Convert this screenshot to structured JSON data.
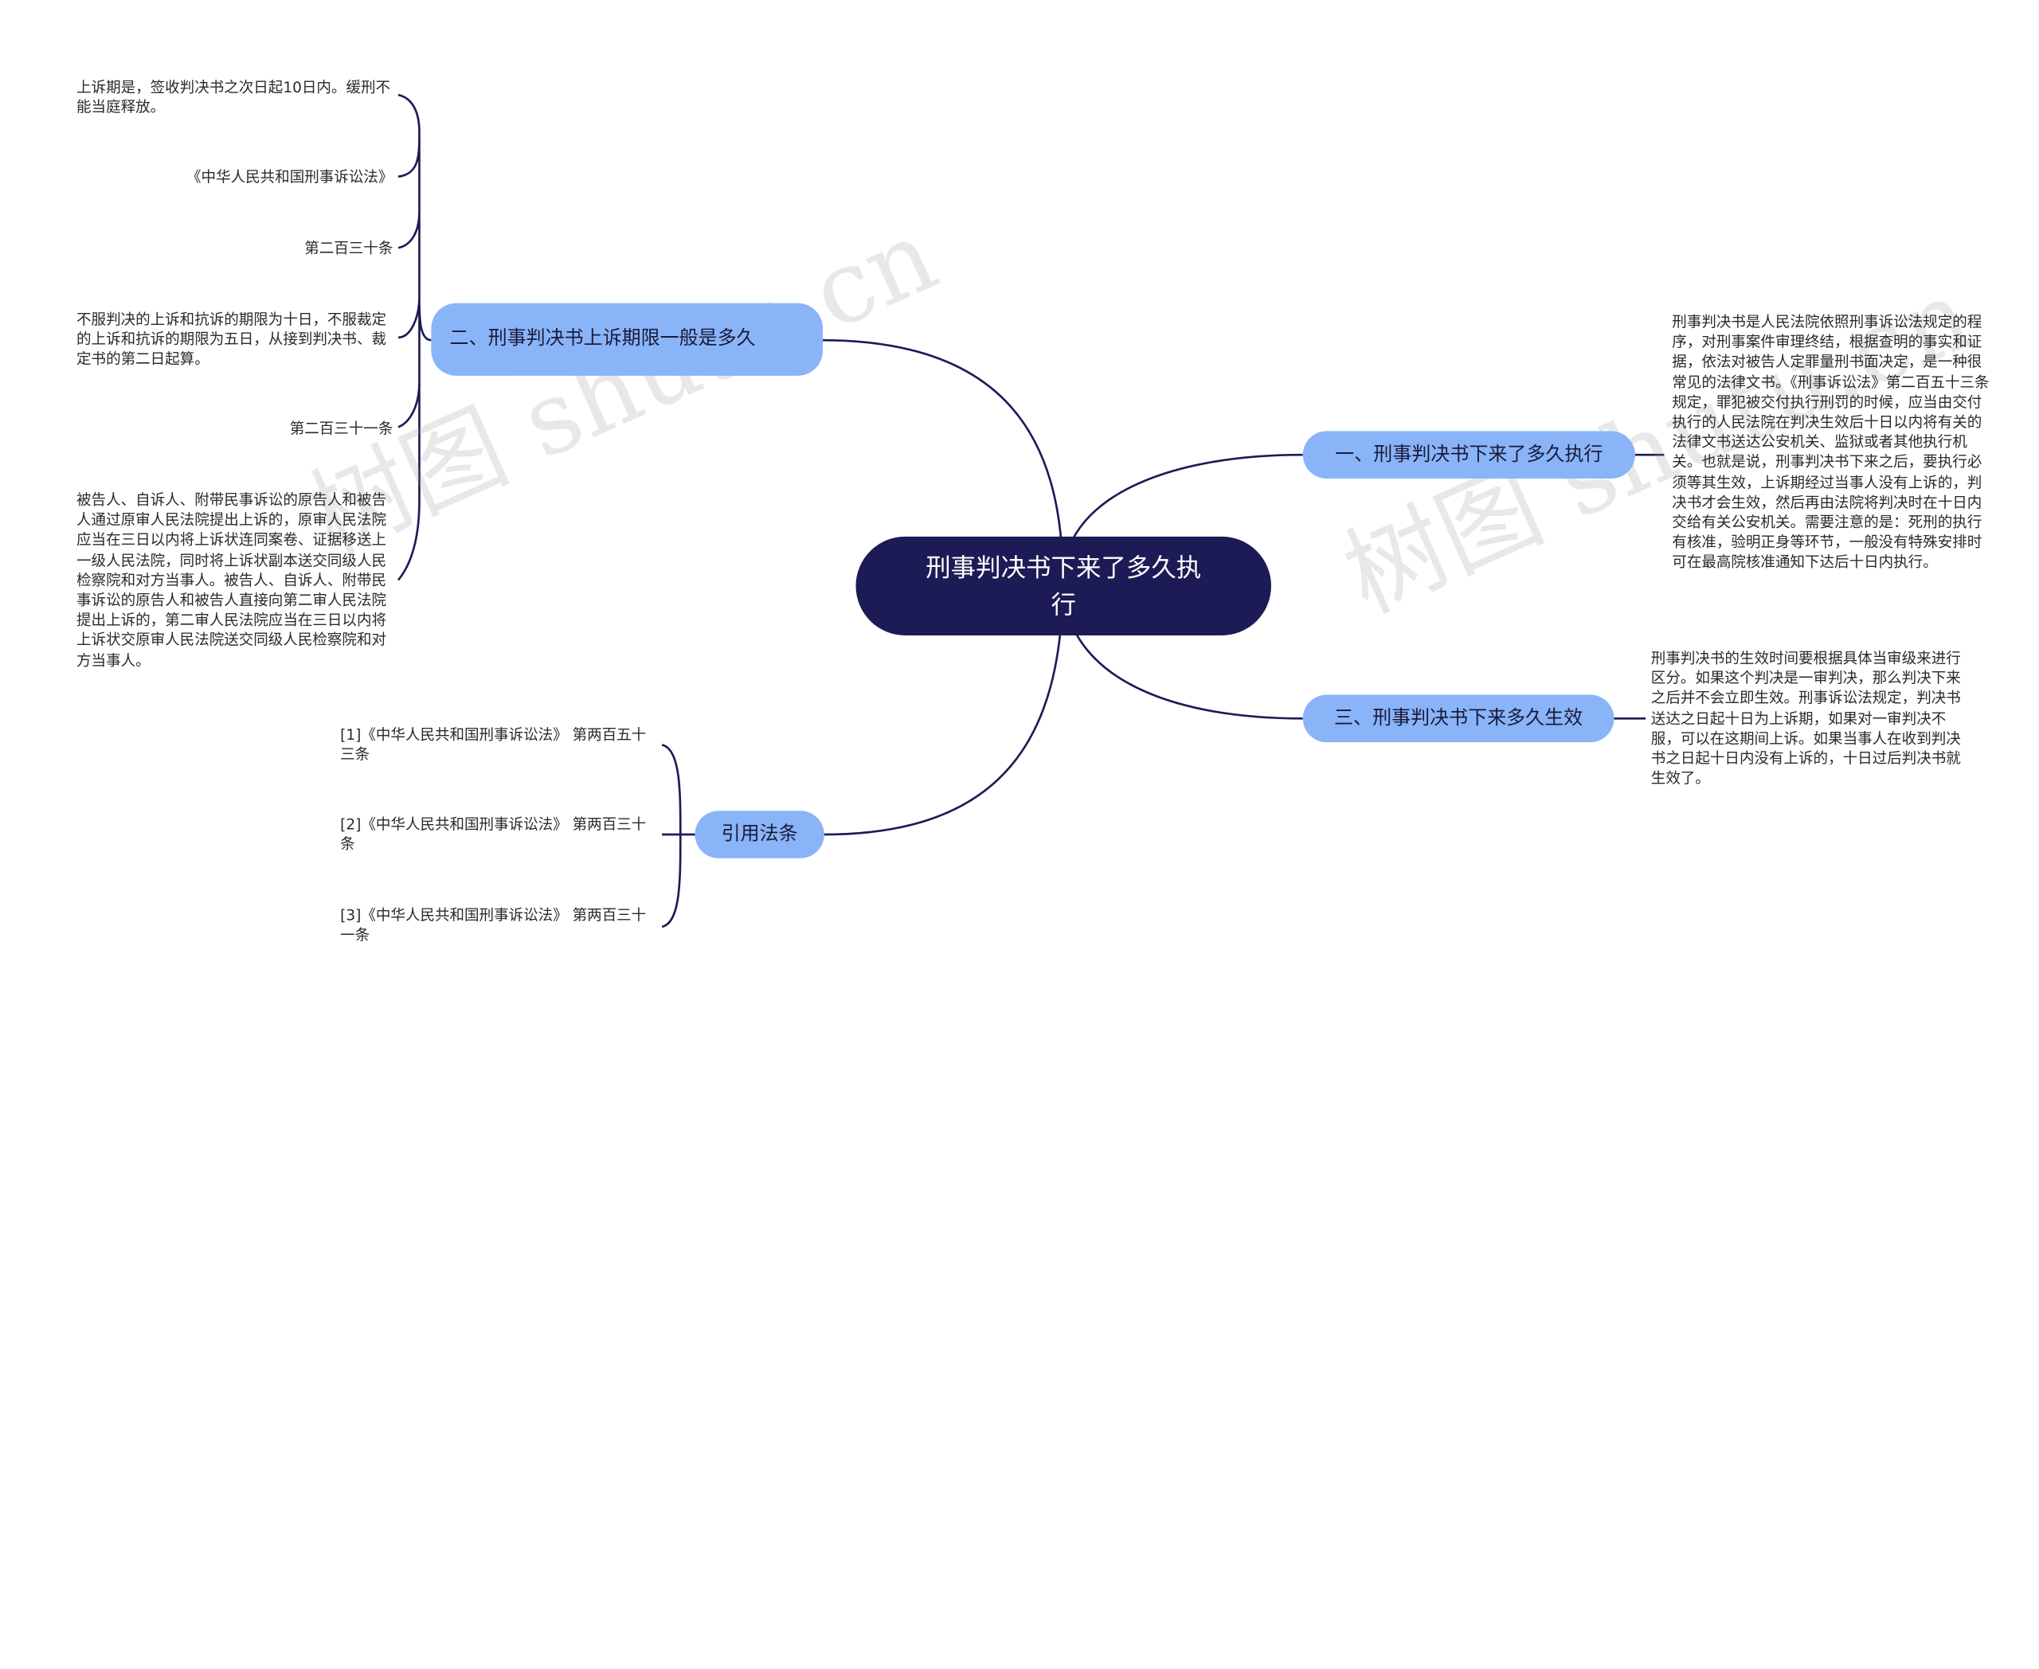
{
  "root": {
    "label": "刑事判决书下来了多久执行"
  },
  "watermark": "树图 shutu.cn",
  "branches": {
    "b1": {
      "label": "一、刑事判决书下来了多久执行",
      "leaves": [
        "刑事判决书是人民法院依照刑事诉讼法规定的程序，对刑事案件审理终结，根据查明的事实和证据，依法对被告人定罪量刑书面决定，是一种很常见的法律文书。《刑事诉讼法》第二百五十三条规定，罪犯被交付执行刑罚的时候，应当由交付执行的人民法院在判决生效后十日以内将有关的法律文书送达公安机关、监狱或者其他执行机关。也就是说，刑事判决书下来之后，要执行必须等其生效，上诉期经过当事人没有上诉的，判决书才会生效，然后再由法院将判决时在十日内交给有关公安机关。需要注意的是：死刑的执行有核准，验明正身等环节，一般没有特殊安排时可在最高院核准通知下达后十日内执行。"
      ]
    },
    "b2": {
      "label": "二、刑事判决书上诉期限一般是多久",
      "leaves": [
        "上诉期是，签收判决书之次日起10日内。缓刑不能当庭释放。",
        "《中华人民共和国刑事诉讼法》",
        "第二百三十条",
        "不服判决的上诉和抗诉的期限为十日，不服裁定的上诉和抗诉的期限为五日，从接到判决书、裁定书的第二日起算。",
        "第二百三十一条",
        "被告人、自诉人、附带民事诉讼的原告人和被告人通过原审人民法院提出上诉的，原审人民法院应当在三日以内将上诉状连同案卷、证据移送上一级人民法院，同时将上诉状副本送交同级人民检察院和对方当事人。被告人、自诉人、附带民事诉讼的原告人和被告人直接向第二审人民法院提出上诉的，第二审人民法院应当在三日以内将上诉状交原审人民法院送交同级人民检察院和对方当事人。"
      ]
    },
    "b3": {
      "label": "三、刑事判决书下来多久生效",
      "leaves": [
        "刑事判决书的生效时间要根据具体当审级来进行区分。如果这个判决是一审判决，那么判决下来之后并不会立即生效。刑事诉讼法规定，判决书送达之日起十日为上诉期，如果对一审判决不服，可以在这期间上诉。如果当事人在收到判决书之日起十日内没有上诉的，十日过后判决书就生效了。"
      ]
    },
    "b4": {
      "label": "引用法条",
      "leaves": [
        "[1]《中华人民共和国刑事诉讼法》 第两百五十三条",
        "[2]《中华人民共和国刑事诉讼法》 第两百三十条",
        "[3]《中华人民共和国刑事诉讼法》 第两百三十一条"
      ]
    }
  },
  "colors": {
    "root_bg": "#1d1b55",
    "branch_bg": "#8ab4f8",
    "line": "#1d1b55",
    "text": "#2a2a2a"
  }
}
